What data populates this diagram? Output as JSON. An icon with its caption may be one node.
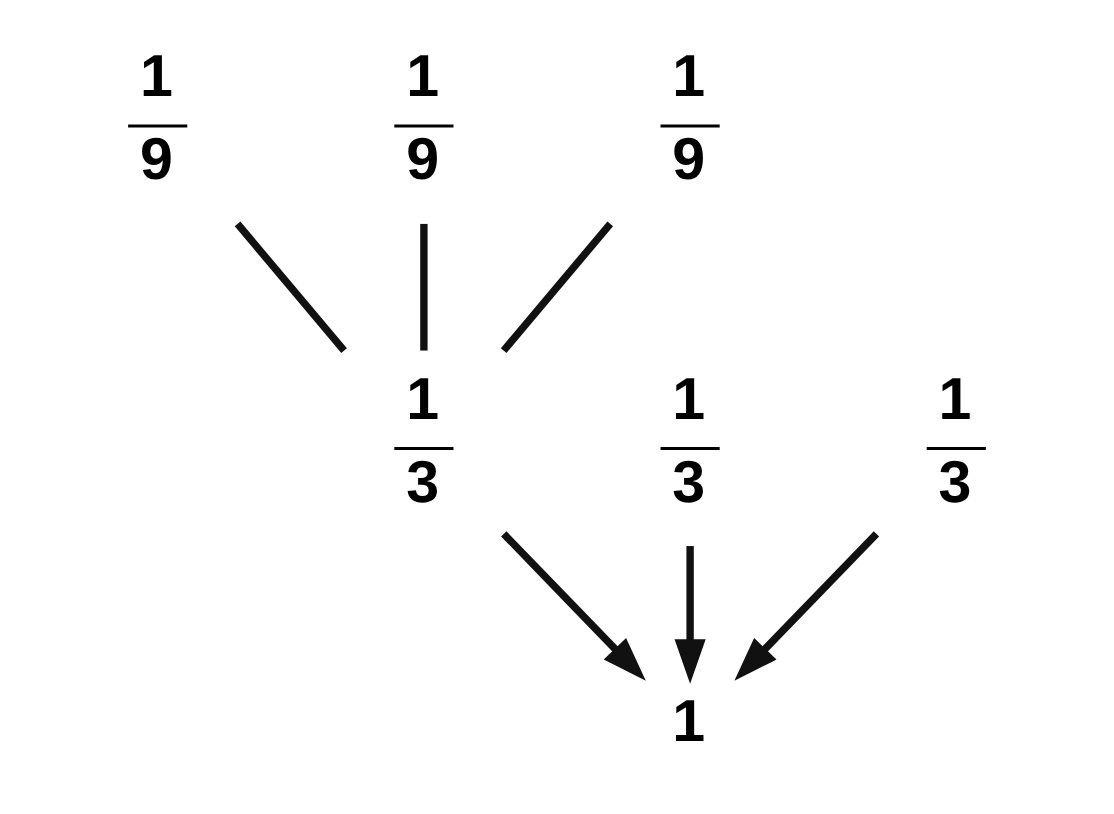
{
  "diagram": {
    "nodes": [
      {
        "text": [
          "1",
          "9"
        ]
      },
      {
        "text": [
          "1",
          "9"
        ]
      },
      {
        "text": [
          "1",
          "9"
        ]
      },
      {
        "text": [
          "1",
          "3"
        ]
      },
      {
        "text": [
          "1",
          "3"
        ]
      },
      {
        "text": [
          "1",
          "3"
        ]
      },
      {
        "text": [
          "1"
        ]
      }
    ],
    "edges": [
      {
        "from": 0,
        "to": 3,
        "arrow": "none"
      },
      {
        "from": 1,
        "to": 3,
        "arrow": "none"
      },
      {
        "from": 2,
        "to": 3,
        "arrow": "none"
      },
      {
        "from": 3,
        "to": 6,
        "arrow": "to"
      },
      {
        "from": 4,
        "to": 6,
        "arrow": "to"
      },
      {
        "from": 5,
        "to": 6,
        "arrow": "to"
      }
    ]
  }
}
